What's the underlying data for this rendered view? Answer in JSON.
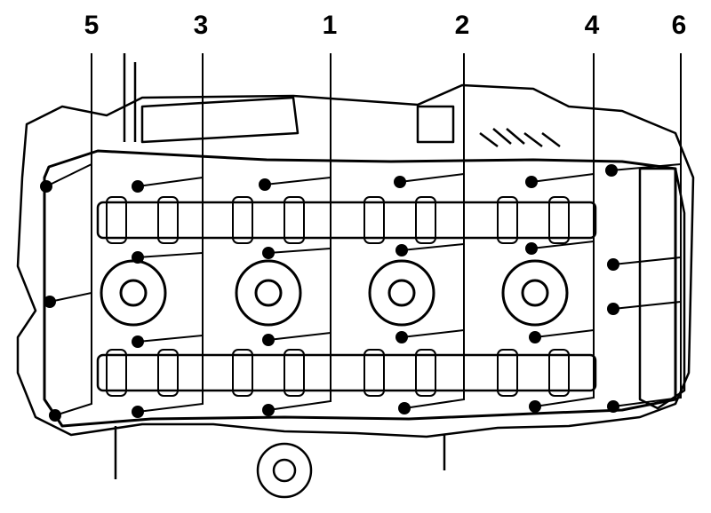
{
  "diagram": {
    "callouts": [
      {
        "id": "c5",
        "label": "5"
      },
      {
        "id": "c3",
        "label": "3"
      },
      {
        "id": "c1",
        "label": "1"
      },
      {
        "id": "c2",
        "label": "2"
      },
      {
        "id": "c4",
        "label": "4"
      },
      {
        "id": "c6",
        "label": "6"
      }
    ]
  }
}
